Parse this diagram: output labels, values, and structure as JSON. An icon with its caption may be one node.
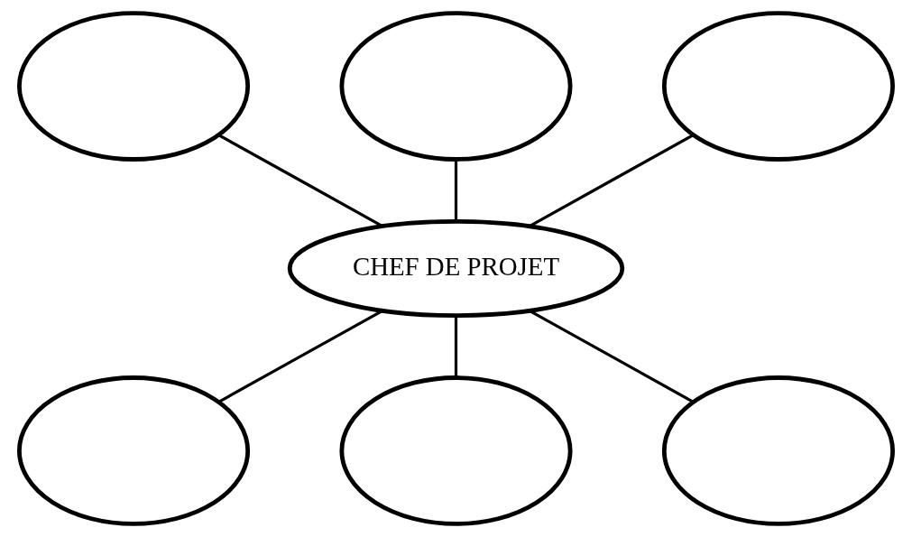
{
  "diagram": {
    "nodes": [
      {
        "text": [],
        "shape": "ellipse"
      },
      {
        "text": [],
        "shape": "ellipse"
      },
      {
        "text": [],
        "shape": "ellipse"
      },
      {
        "text": [
          "CHEF DE PROJET"
        ]
      },
      {
        "text": [],
        "shape": "ellipse"
      },
      {
        "text": [],
        "shape": "ellipse"
      },
      {
        "text": [],
        "shape": "ellipse"
      }
    ],
    "edges": [
      {
        "from": 0,
        "to": 3,
        "arrow": "none"
      },
      {
        "from": 1,
        "to": 3,
        "arrow": "none"
      },
      {
        "from": 2,
        "to": 3,
        "arrow": "none"
      },
      {
        "from": 3,
        "to": 4,
        "arrow": "none"
      },
      {
        "from": 3,
        "to": 5,
        "arrow": "none"
      },
      {
        "from": 3,
        "to": 6,
        "arrow": "none"
      }
    ]
  }
}
